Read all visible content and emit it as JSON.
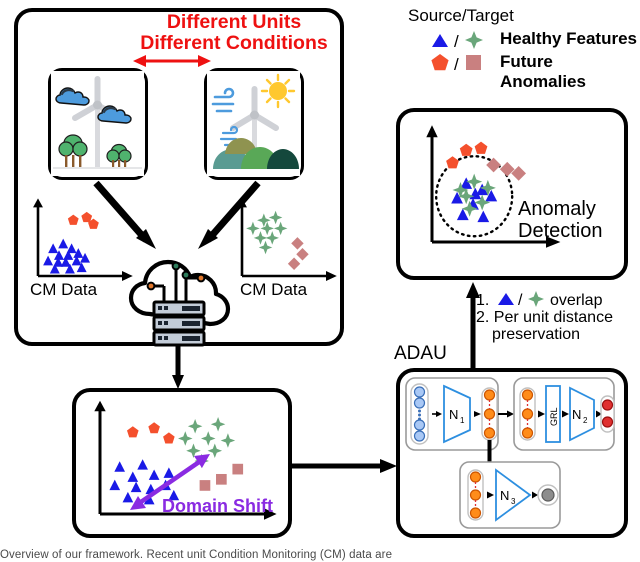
{
  "figure": {
    "caption": "Overview of our framework. Recent unit Condition Monitoring (CM) data are"
  },
  "top_panel": {
    "headline_line1": "Different Units",
    "headline_line2": "Different Conditions",
    "headline_color": "#ee1111",
    "arrow_name": "double-headed-red-arrow",
    "scene_left": {
      "name": "wind-turbine-forest-cloudy-scene",
      "elements": [
        "cloud",
        "cloud",
        "wind-turbine",
        "tree",
        "tree"
      ]
    },
    "scene_right": {
      "name": "wind-turbine-hills-sunny-windy-scene",
      "elements": [
        "sun",
        "wind-gust",
        "wind-gust",
        "wind-turbine",
        "hill",
        "hill",
        "hill"
      ]
    },
    "scatter_left": {
      "axis_label": "CM Data",
      "series": [
        {
          "name": "Source Healthy Features",
          "marker": "triangle",
          "color": "#1a1ae6",
          "points": [
            [
              0.18,
              0.4
            ],
            [
              0.3,
              0.47
            ],
            [
              0.4,
              0.4
            ],
            [
              0.25,
              0.3
            ],
            [
              0.36,
              0.3
            ],
            [
              0.48,
              0.33
            ],
            [
              0.12,
              0.22
            ],
            [
              0.24,
              0.2
            ],
            [
              0.33,
              0.2
            ],
            [
              0.46,
              0.22
            ],
            [
              0.56,
              0.26
            ],
            [
              0.2,
              0.1
            ],
            [
              0.38,
              0.1
            ],
            [
              0.52,
              0.12
            ]
          ]
        },
        {
          "name": "Source Future Anomalies",
          "marker": "pentagon",
          "color": "#f4502d",
          "points": [
            [
              0.42,
              0.82
            ],
            [
              0.58,
              0.86
            ],
            [
              0.66,
              0.76
            ]
          ]
        }
      ]
    },
    "scatter_right": {
      "axis_label": "CM Data",
      "series": [
        {
          "name": "Target Healthy Features",
          "marker": "star4",
          "color": "#6aa67a",
          "points": [
            [
              0.26,
              0.82
            ],
            [
              0.4,
              0.86
            ],
            [
              0.13,
              0.7
            ],
            [
              0.3,
              0.7
            ],
            [
              0.46,
              0.7
            ],
            [
              0.22,
              0.56
            ],
            [
              0.36,
              0.56
            ],
            [
              0.28,
              0.42
            ]
          ]
        },
        {
          "name": "Target Future Anomalies",
          "marker": "diamond",
          "color": "#c98080",
          "points": [
            [
              0.66,
              0.48
            ],
            [
              0.72,
              0.32
            ],
            [
              0.62,
              0.18
            ]
          ]
        }
      ]
    },
    "cloud_icon": {
      "name": "cloud-server-icon",
      "server_rows": 3
    }
  },
  "legend": {
    "title": "Source/Target",
    "entries": [
      {
        "source_marker": "triangle",
        "source_color": "#1a1ae6",
        "target_marker": "star4",
        "target_color": "#6aa67a",
        "separator": "/",
        "label": "Healthy Features"
      },
      {
        "source_marker": "pentagon",
        "source_color": "#f4502d",
        "target_marker": "square",
        "target_color": "#c98080",
        "separator": "/",
        "label": "Future Anomalies"
      }
    ]
  },
  "anomaly_panel": {
    "label_line1": "Anomaly",
    "label_line2": "Detection",
    "cluster_boundary": "dotted-circle",
    "series": [
      {
        "name": "Source Healthy Features",
        "marker": "triangle",
        "color": "#1a1ae6",
        "points": [
          [
            0.3,
            0.56
          ],
          [
            0.44,
            0.5
          ],
          [
            0.22,
            0.42
          ],
          [
            0.52,
            0.44
          ],
          [
            0.36,
            0.36
          ],
          [
            0.27,
            0.26
          ],
          [
            0.45,
            0.24
          ],
          [
            0.38,
            0.46
          ]
        ]
      },
      {
        "name": "Target Healthy Features",
        "marker": "star4",
        "color": "#6aa67a",
        "points": [
          [
            0.37,
            0.58
          ],
          [
            0.49,
            0.52
          ],
          [
            0.3,
            0.44
          ],
          [
            0.44,
            0.38
          ],
          [
            0.33,
            0.32
          ],
          [
            0.25,
            0.5
          ]
        ]
      },
      {
        "name": "Source Future Anomalies",
        "marker": "pentagon",
        "color": "#f4502d",
        "points": [
          [
            0.3,
            0.88
          ],
          [
            0.43,
            0.9
          ],
          [
            0.18,
            0.76
          ]
        ]
      },
      {
        "name": "Target Future Anomalies",
        "marker": "diamond",
        "color": "#c98080",
        "points": [
          [
            0.54,
            0.74
          ],
          [
            0.66,
            0.7
          ],
          [
            0.76,
            0.66
          ]
        ]
      }
    ]
  },
  "objectives": {
    "item1_number": "1.",
    "item1_marker_source": "triangle",
    "item1_separator": "/",
    "item1_marker_target": "star4",
    "item1_text": "overlap",
    "item2_number": "2.",
    "item2_text_line1": "Per unit distance",
    "item2_text_line2": "preservation"
  },
  "domain_shift_panel": {
    "arrow_label": "Domain Shift",
    "arrow_color": "#8a2be2",
    "arrow_name": "domain-shift-double-arrow",
    "series": [
      {
        "name": "Source Healthy Features",
        "marker": "triangle",
        "color": "#1a1ae6",
        "points": [
          [
            0.12,
            0.46
          ],
          [
            0.26,
            0.48
          ],
          [
            0.2,
            0.36
          ],
          [
            0.33,
            0.38
          ],
          [
            0.42,
            0.4
          ],
          [
            0.09,
            0.28
          ],
          [
            0.22,
            0.26
          ],
          [
            0.31,
            0.24
          ],
          [
            0.4,
            0.28
          ],
          [
            0.17,
            0.16
          ],
          [
            0.3,
            0.14
          ],
          [
            0.45,
            0.18
          ]
        ]
      },
      {
        "name": "Source Future Anomalies",
        "marker": "pentagon",
        "color": "#f4502d",
        "points": [
          [
            0.2,
            0.8
          ],
          [
            0.33,
            0.84
          ],
          [
            0.42,
            0.74
          ]
        ]
      },
      {
        "name": "Target Healthy Features",
        "marker": "star4",
        "color": "#6aa67a",
        "points": [
          [
            0.58,
            0.86
          ],
          [
            0.72,
            0.88
          ],
          [
            0.52,
            0.74
          ],
          [
            0.66,
            0.74
          ],
          [
            0.78,
            0.72
          ],
          [
            0.57,
            0.62
          ],
          [
            0.7,
            0.62
          ],
          [
            0.62,
            0.52
          ]
        ]
      },
      {
        "name": "Target Future Anomalies",
        "marker": "square",
        "color": "#c98080",
        "points": [
          [
            0.84,
            0.44
          ],
          [
            0.74,
            0.34
          ],
          [
            0.64,
            0.28
          ]
        ]
      }
    ]
  },
  "adau": {
    "title": "ADAU",
    "blocks": [
      {
        "name": "encoder-block",
        "network_label": "N",
        "network_subscript": "1",
        "input_nodes": 4,
        "input_node_color": "#8fb8f0",
        "latent_nodes": 3,
        "latent_node_color": "#ff8c1a",
        "shape": "trapezoid-left"
      },
      {
        "name": "discriminator-block",
        "network_label": "N",
        "network_subscript": "2",
        "grl_label": "GRL",
        "input_nodes": 3,
        "input_node_color": "#ff8c1a",
        "output_nodes": 2,
        "output_node_color": "#e03030",
        "shape": "trapezoid-right"
      },
      {
        "name": "regressor-block",
        "network_label": "N",
        "network_subscript": "3",
        "input_nodes": 3,
        "input_node_color": "#ff8c1a",
        "output_nodes": 1,
        "output_node_color": "#909090",
        "shape": "triangle-right"
      }
    ]
  }
}
